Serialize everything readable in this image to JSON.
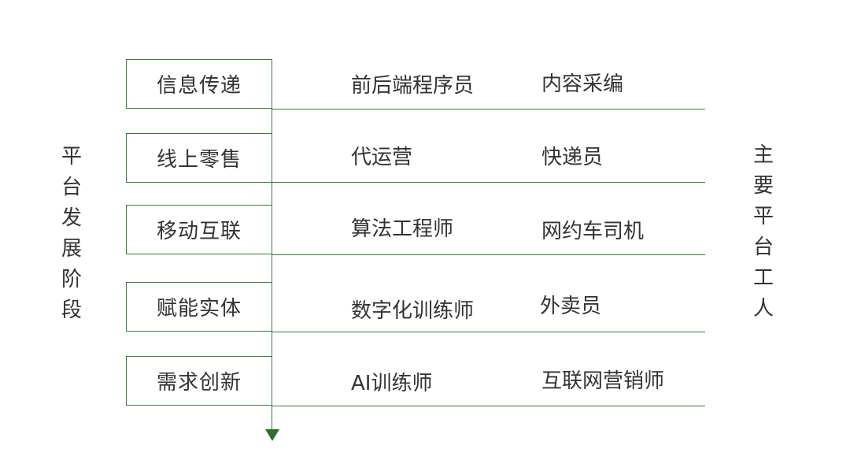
{
  "left_label": "平台发展阶段",
  "right_label": "主要平台工人",
  "stages": [
    {
      "stage": "信息传递",
      "jobs": [
        "前后端程序员",
        "内容采编"
      ]
    },
    {
      "stage": "线上零售",
      "jobs": [
        "代运营",
        "快递员"
      ]
    },
    {
      "stage": "移动互联",
      "jobs": [
        "算法工程师",
        "网约车司机"
      ]
    },
    {
      "stage": "赋能实体",
      "jobs": [
        "数字化训练师",
        "外卖员"
      ]
    },
    {
      "stage": "需求创新",
      "jobs": [
        "AI训练师",
        "互联网营销师"
      ]
    }
  ],
  "colors": {
    "line": "#3a7a3a",
    "arrow": "#2e6e2e",
    "text": "#333333"
  }
}
